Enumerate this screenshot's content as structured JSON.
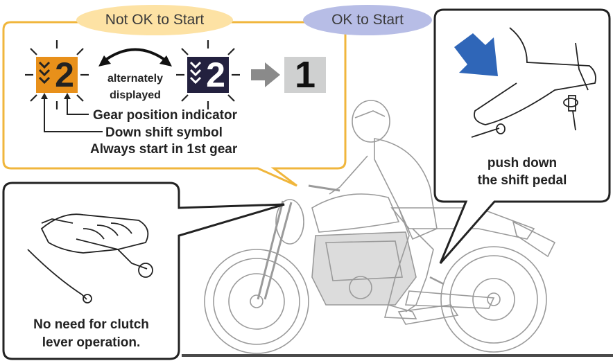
{
  "not_ok": {
    "title": "Not OK to Start"
  },
  "ok": {
    "title": "OK to Start"
  },
  "indicator": {
    "digit_flashing": "2",
    "digit_alt": "2",
    "digit_ok": "1",
    "alternately": "alternately",
    "displayed": "displayed",
    "gear_label": "Gear position indicator",
    "symbol_label": "Down shift symbol",
    "always_label": "Always start in 1st gear"
  },
  "pedal": {
    "line1": "push down",
    "line2": "the shift pedal"
  },
  "clutch": {
    "line1": "No need for clutch",
    "line2": "lever operation."
  },
  "colors": {
    "orange": "#e8901a",
    "navy": "#23213f",
    "grey_box": "#cfd0d0",
    "yellow_border": "#f0b63c",
    "blue_arrow": "#2f66b8"
  }
}
